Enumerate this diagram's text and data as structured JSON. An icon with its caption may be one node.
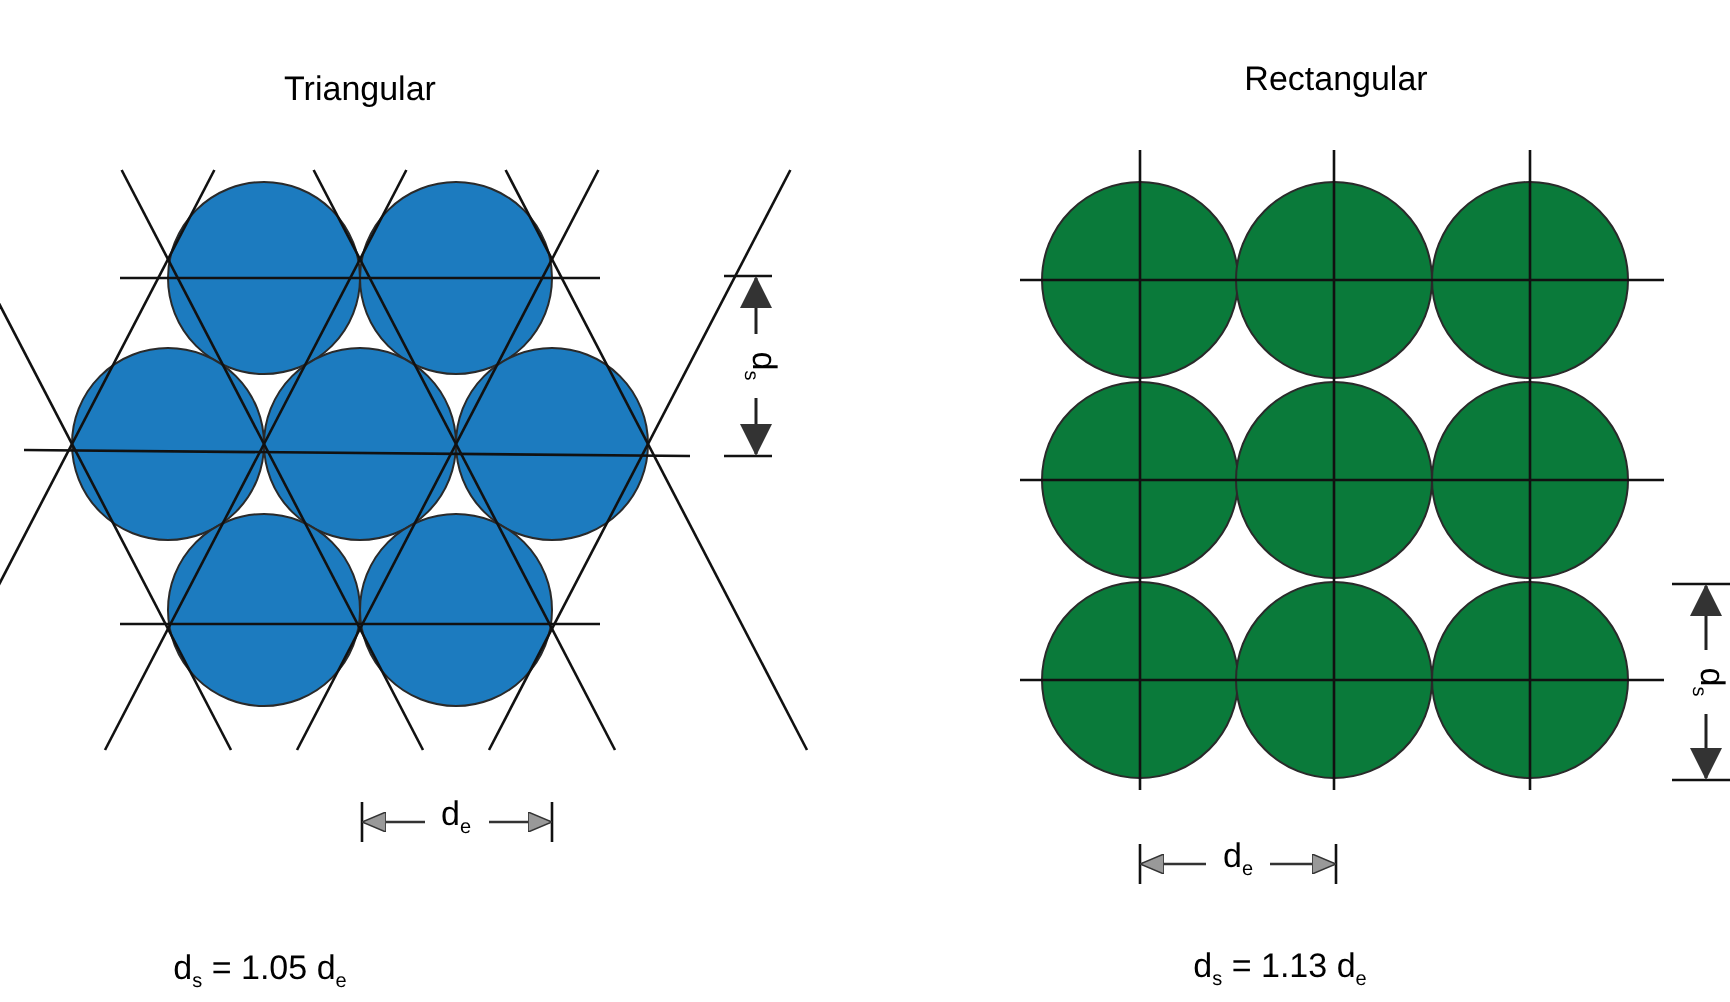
{
  "diagram": {
    "labels": [
      "Triangular",
      "Rectangular",
      "d$_{s}$",
      "d$_{e}$",
      "d$_{s}$",
      "d$_{e}$",
      "d$_{s}$ = 1.05 d$_{e}$",
      "d$_{s}$ = 1.13 d$_{e}$"
    ]
  }
}
